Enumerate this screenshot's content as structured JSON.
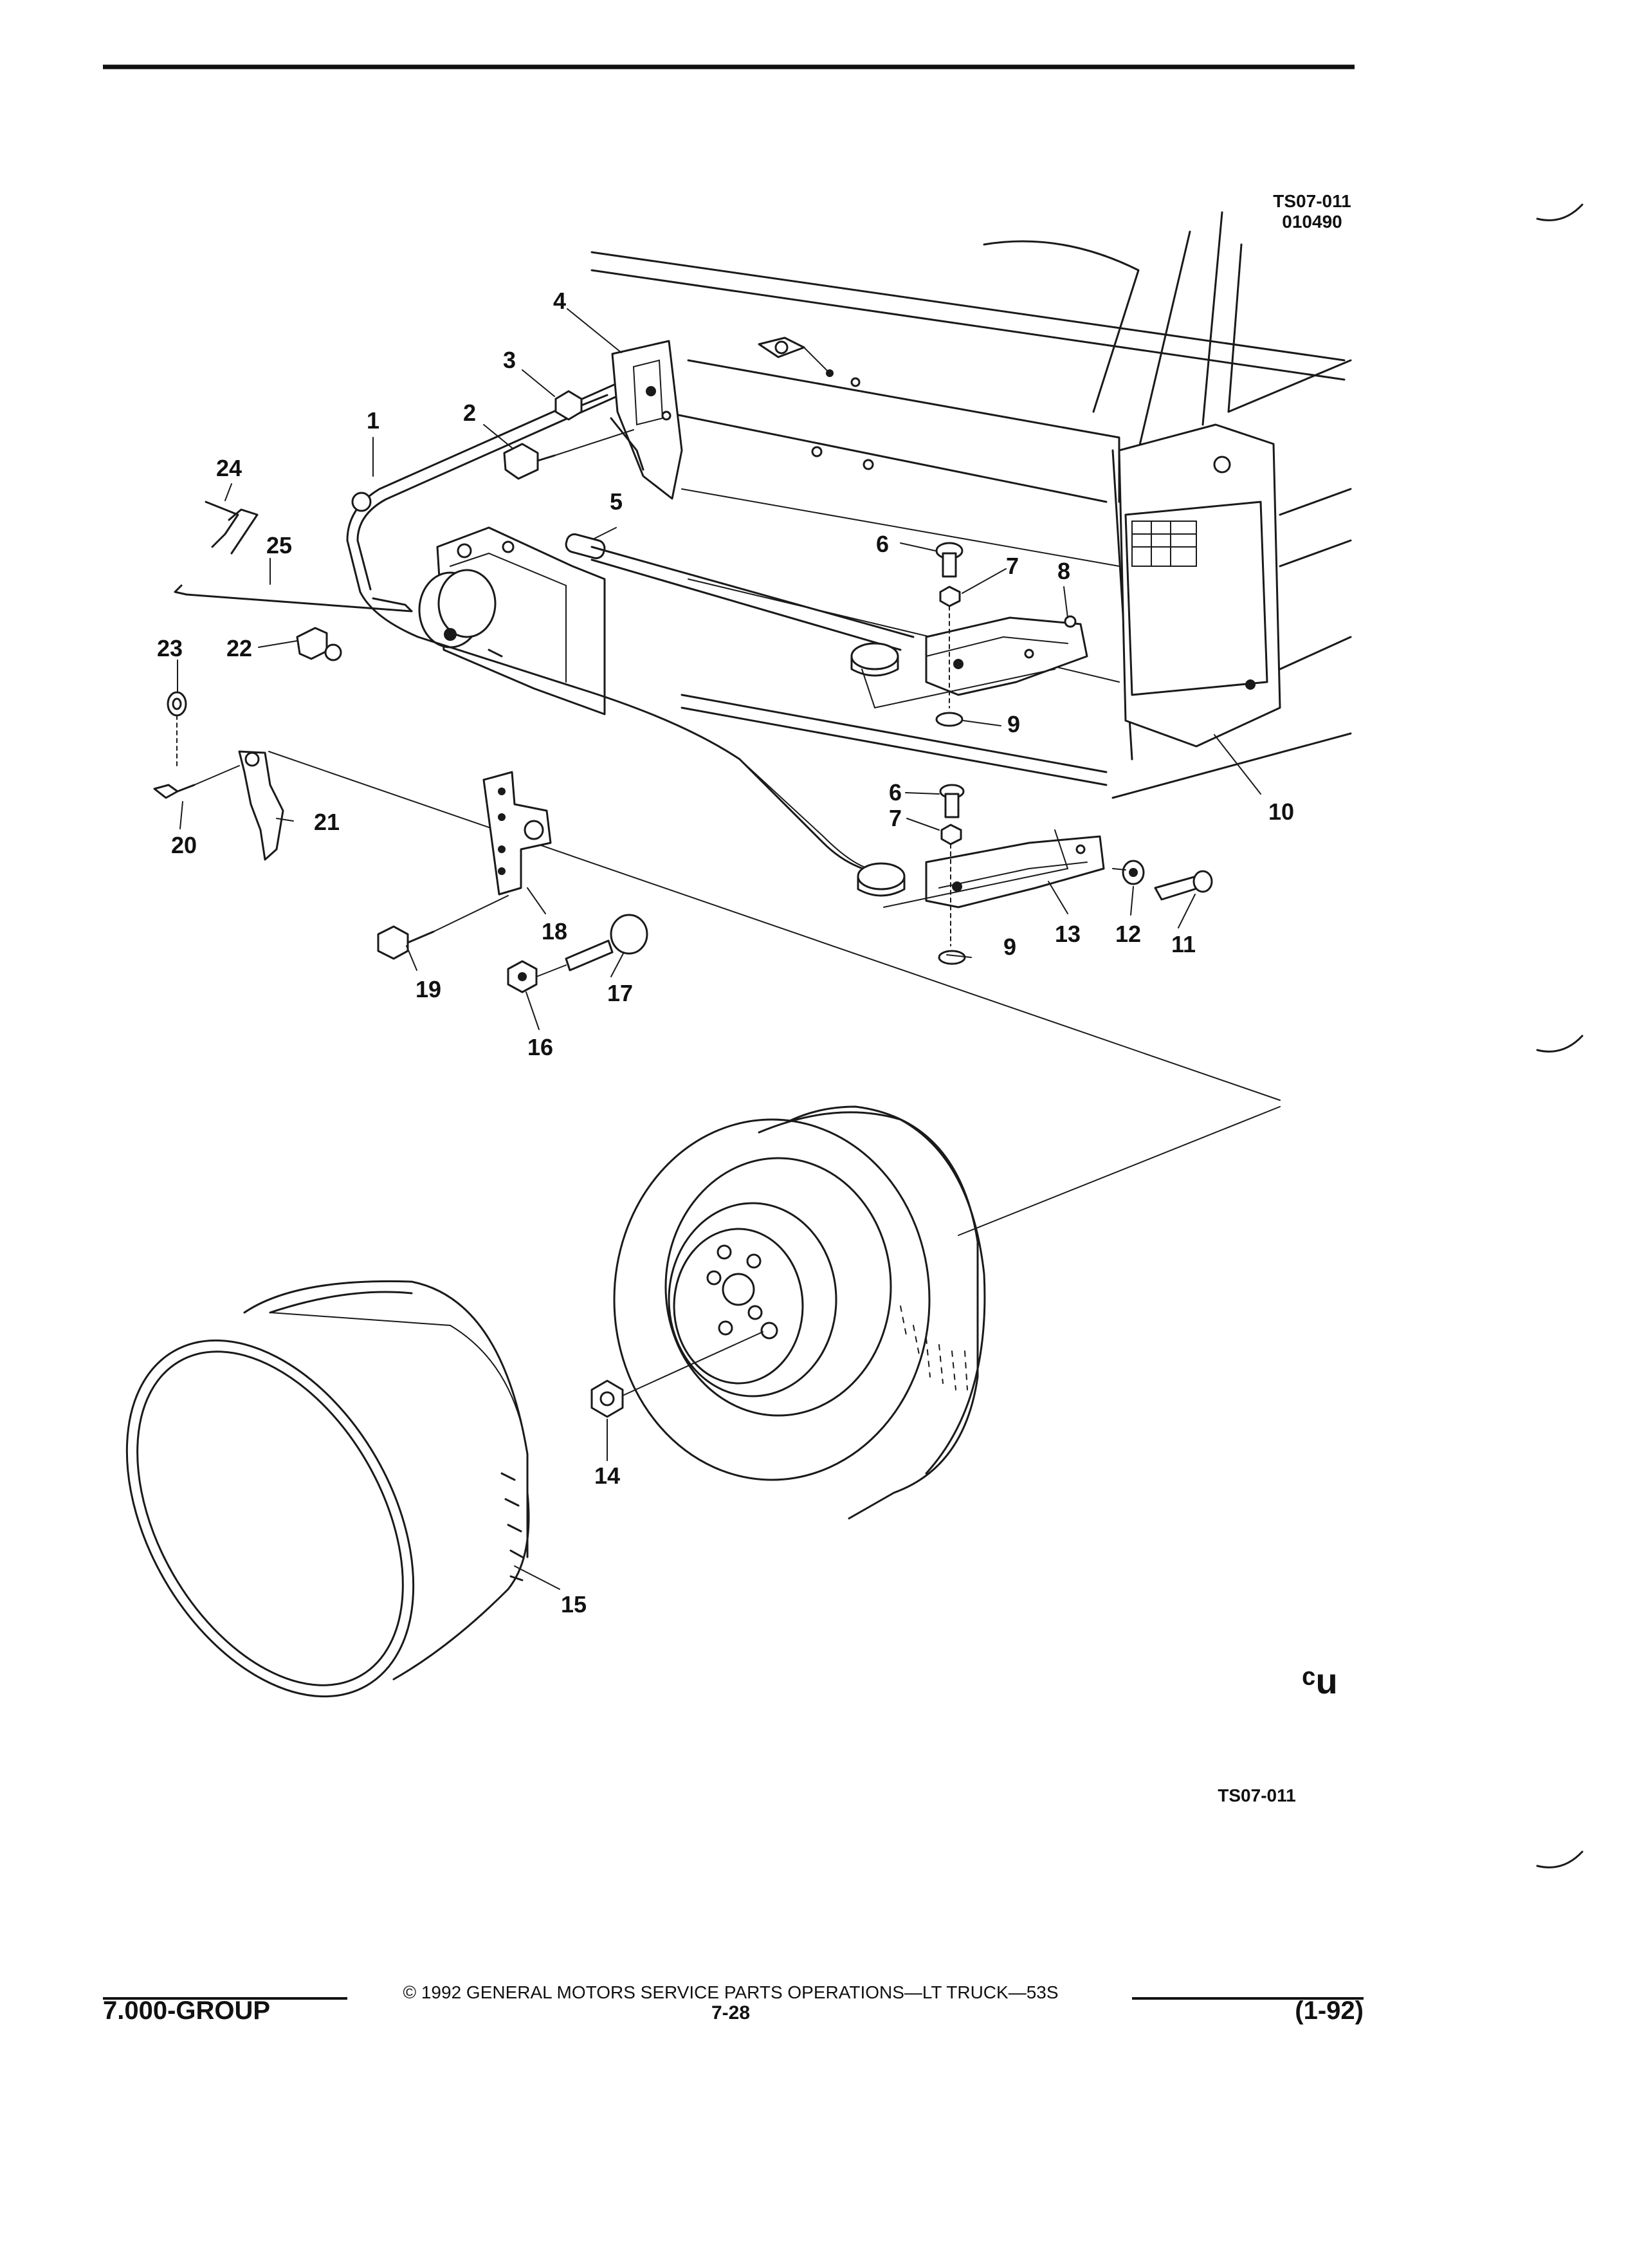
{
  "figure": {
    "code_top_line1": "TS07-011",
    "code_top_line2": "010490",
    "code_bottom": "TS07-011",
    "mark": "ᶜu"
  },
  "callouts": [
    "1",
    "2",
    "3",
    "4",
    "5",
    "6",
    "7",
    "8",
    "9",
    "10",
    "11",
    "12",
    "13",
    "14",
    "15",
    "16",
    "17",
    "18",
    "19",
    "20",
    "21",
    "22",
    "23",
    "24",
    "25",
    "6",
    "7",
    "9"
  ],
  "footer": {
    "copyright": "©  1992  GENERAL MOTORS SERVICE PARTS OPERATIONS—LT TRUCK—53S",
    "page": "7-28",
    "group": "7.000-GROUP",
    "date": "(1-92)"
  }
}
